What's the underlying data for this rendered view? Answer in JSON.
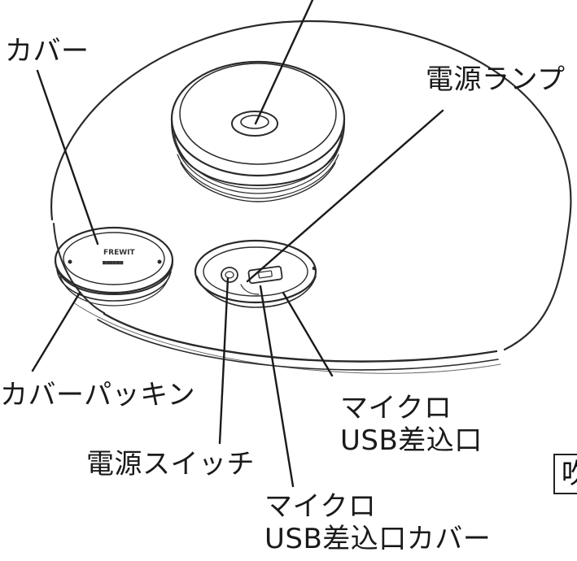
{
  "labels": {
    "cover": "カバー",
    "power_lamp": "電源ランプ",
    "cover_packing": "カバーパッキン",
    "micro_usb_port_line1": "マイクロ",
    "micro_usb_port_line2": "USB差込口",
    "power_switch": "電源スイッチ",
    "micro_usb_cover_line1": "マイクロ",
    "micro_usb_cover_line2": "USB差込口カバー"
  },
  "cover_part_text": {
    "line1": "FREWIT",
    "line2": "■■■■■■"
  },
  "cropped_box_text": "吹"
}
